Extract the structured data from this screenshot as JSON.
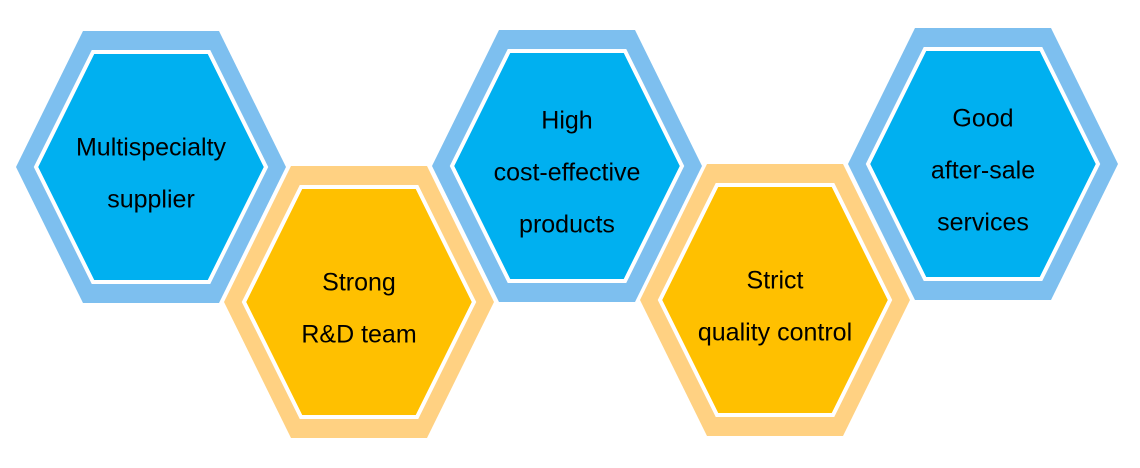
{
  "colors": {
    "blue_outer": "#7dbfef",
    "blue_fill": "#00b0f0",
    "orange_outer": "#ffd182",
    "orange_fill": "#ffc000",
    "divider": "#ffffff"
  },
  "hexagons": [
    {
      "theme": "blue",
      "lines": [
        "Multispecialty",
        "supplier"
      ]
    },
    {
      "theme": "orange",
      "lines": [
        "Strong",
        "R&D team"
      ]
    },
    {
      "theme": "blue",
      "lines": [
        "High",
        "cost-effective",
        "products"
      ]
    },
    {
      "theme": "orange",
      "lines": [
        "Strict",
        "quality control"
      ]
    },
    {
      "theme": "blue",
      "lines": [
        "Good",
        "after-sale",
        "services"
      ]
    }
  ]
}
